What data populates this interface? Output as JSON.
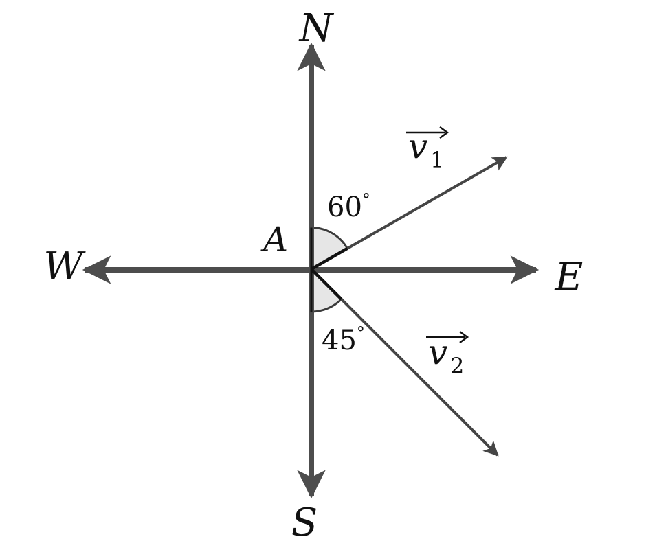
{
  "diagram": {
    "directions": {
      "north": "N",
      "south": "S",
      "east": "E",
      "west": "W"
    },
    "origin_label": "A",
    "vectors": {
      "v1": {
        "name": "v",
        "subscript": "1",
        "angle_from_north_deg": 60,
        "angle_label": "60",
        "degree_symbol": "°"
      },
      "v2": {
        "name": "v",
        "subscript": "2",
        "angle_from_south_deg": 45,
        "angle_label": "45",
        "degree_symbol": "°"
      }
    },
    "colors": {
      "axis": "#4d4d4d",
      "vector": "#454545",
      "angle_fill": "#e6e6e6",
      "angle_stroke": "#3a3a3a",
      "text": "#111111"
    }
  }
}
